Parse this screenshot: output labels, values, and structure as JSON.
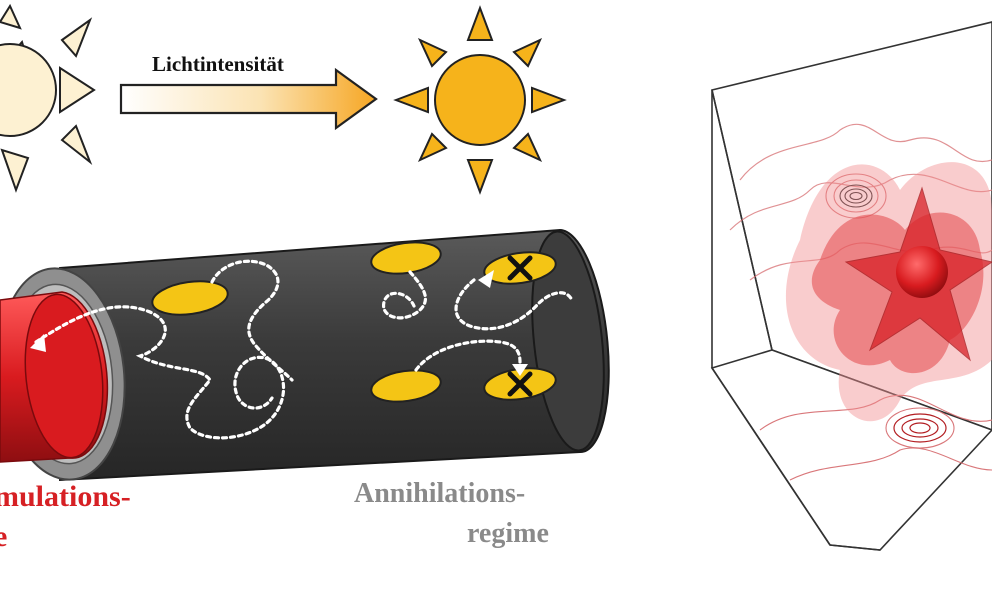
{
  "labels": {
    "arrow": "Lichtintensität",
    "left_regime_line1": "mulations-",
    "left_regime_line2": "e",
    "right_regime_line1": "Annihilations-",
    "right_regime_line2": "regime"
  },
  "colors": {
    "sun_dim": "#fdf1d2",
    "sun_bright": "#f6b31b",
    "tube": "#3c3c3c",
    "core": "#d91b1f",
    "particle": "#f4c515",
    "annihilation_mark": "#111111",
    "accumulation_text": "#d62024",
    "annihilation_text": "#8a8a8a",
    "plot_red": "#e23a3e"
  }
}
